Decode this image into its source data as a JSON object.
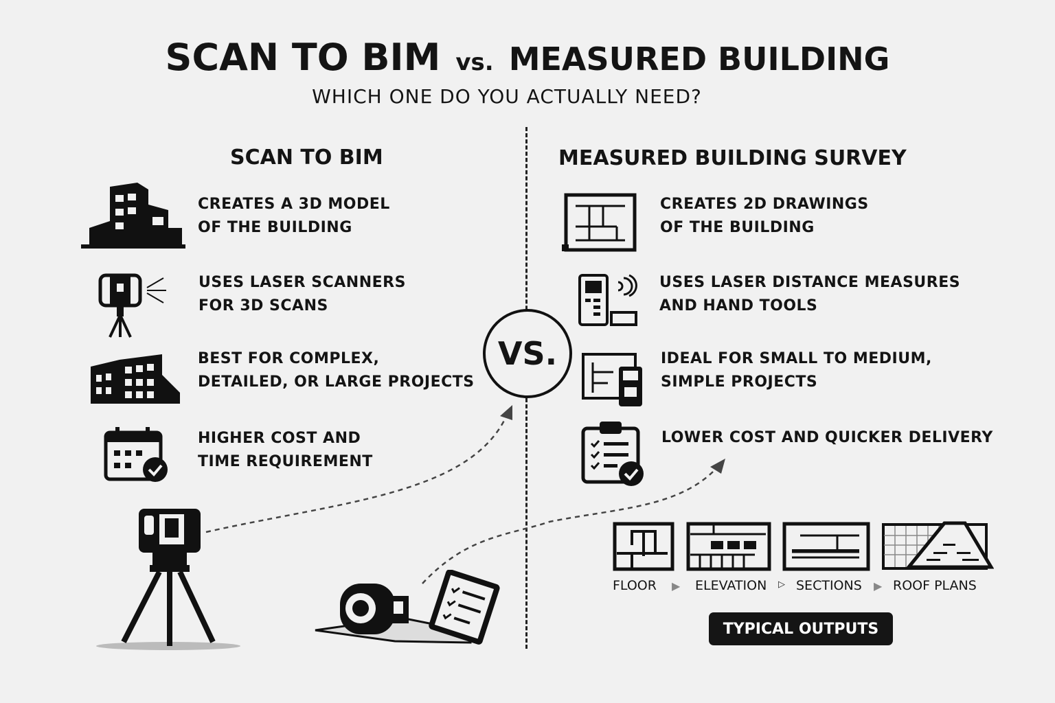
{
  "title": {
    "left": "SCAN TO BIM",
    "vs": "vs.",
    "right": "MEASURED BUILDING"
  },
  "subtitle": "WHICH ONE DO YOU ACTUALLY NEED?",
  "vs_badge": "VS.",
  "left": {
    "heading": "SCAN TO BIM",
    "items": [
      {
        "icon": "building-3d-icon",
        "line1": "CREATES A 3D MODEL",
        "line2": "OF THE BUILDING"
      },
      {
        "icon": "laser-scanner-icon",
        "line1": "USES LASER SCANNERS",
        "line2": "FOR 3D SCANS"
      },
      {
        "icon": "complex-building-icon",
        "line1": "BEST FOR COMPLEX,",
        "line2": "DETAILED, OR LARGE PROJECTS"
      },
      {
        "icon": "calendar-check-icon",
        "line1": "HIGHER COST AND",
        "line2": "TIME REQUIREMENT"
      }
    ]
  },
  "right": {
    "heading": "MEASURED BUILDING SURVEY",
    "items": [
      {
        "icon": "floor-plan-icon",
        "line1": "CREATES 2D DRAWINGS",
        "line2": "OF THE BUILDING"
      },
      {
        "icon": "laser-distance-meter-icon",
        "line1": "USES LASER DISTANCE MEASURES",
        "line2": "AND HAND TOOLS"
      },
      {
        "icon": "plan-and-meter-icon",
        "line1": "IDEAL FOR SMALL TO MEDIUM,",
        "line2": "SIMPLE PROJECTS"
      },
      {
        "icon": "clipboard-check-icon",
        "line1": "LOWER COST AND QUICKER DELIVERY",
        "line2": ""
      }
    ]
  },
  "outputs": {
    "labels": [
      "FLOOR",
      "ELEVATION",
      "SECTIONS",
      "ROOF PLANS"
    ],
    "badge": "TYPICAL OUTPUTS"
  }
}
